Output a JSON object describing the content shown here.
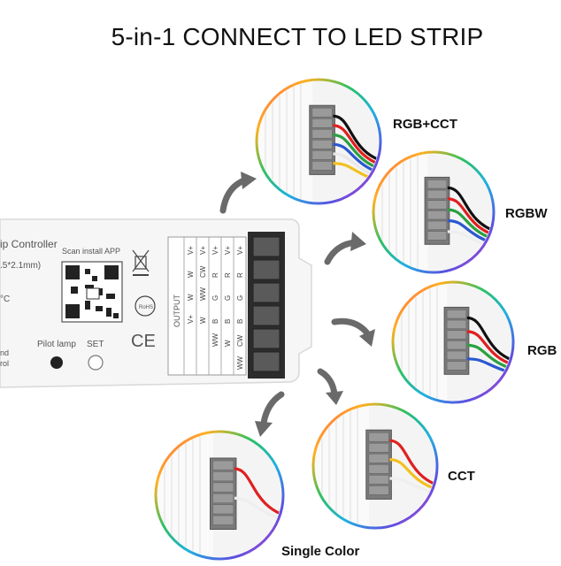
{
  "title": "5-in-1 CONNECT TO  LED STRIP",
  "controller": {
    "name_fragment": "ip Controller",
    "scan_text": "Scan install APP",
    "spec_fragment": ".5*2.1mm)",
    "temp_fragment": "°C",
    "left_fragment_1": "nd",
    "left_fragment_2": "rol",
    "pilot_lamp": "Pilot lamp",
    "set": "SET",
    "output_label": "OUTPUT",
    "rohs": "RoHS",
    "ce": "CE",
    "terminal_table": [
      [
        "V+",
        "W",
        "W",
        "V+"
      ],
      [
        "V+",
        "CW",
        "WW",
        "W"
      ],
      [
        "V+",
        "R",
        "G",
        "B",
        "WW"
      ],
      [
        "V+",
        "R",
        "G",
        "B",
        "W"
      ],
      [
        "V+",
        "R",
        "G",
        "B",
        "CW",
        "WW"
      ]
    ]
  },
  "modes": [
    {
      "label": "RGB+CCT",
      "wires": [
        "#111111",
        "#e02020",
        "#2aa040",
        "#2a58d0",
        "#e8e8e8",
        "#f2c020"
      ]
    },
    {
      "label": "RGBW",
      "wires": [
        "#111111",
        "#e02020",
        "#2aa040",
        "#2a58d0",
        "#eeeeee"
      ]
    },
    {
      "label": "RGB",
      "wires": [
        "#111111",
        "#e02020",
        "#2aa040",
        "#2a58d0"
      ]
    },
    {
      "label": "CCT",
      "wires": [
        "#e02020",
        "#f2c020",
        "#eeeeee"
      ]
    },
    {
      "label": "Single Color",
      "wires": [
        "#e02020",
        "#eeeeee"
      ]
    }
  ]
}
